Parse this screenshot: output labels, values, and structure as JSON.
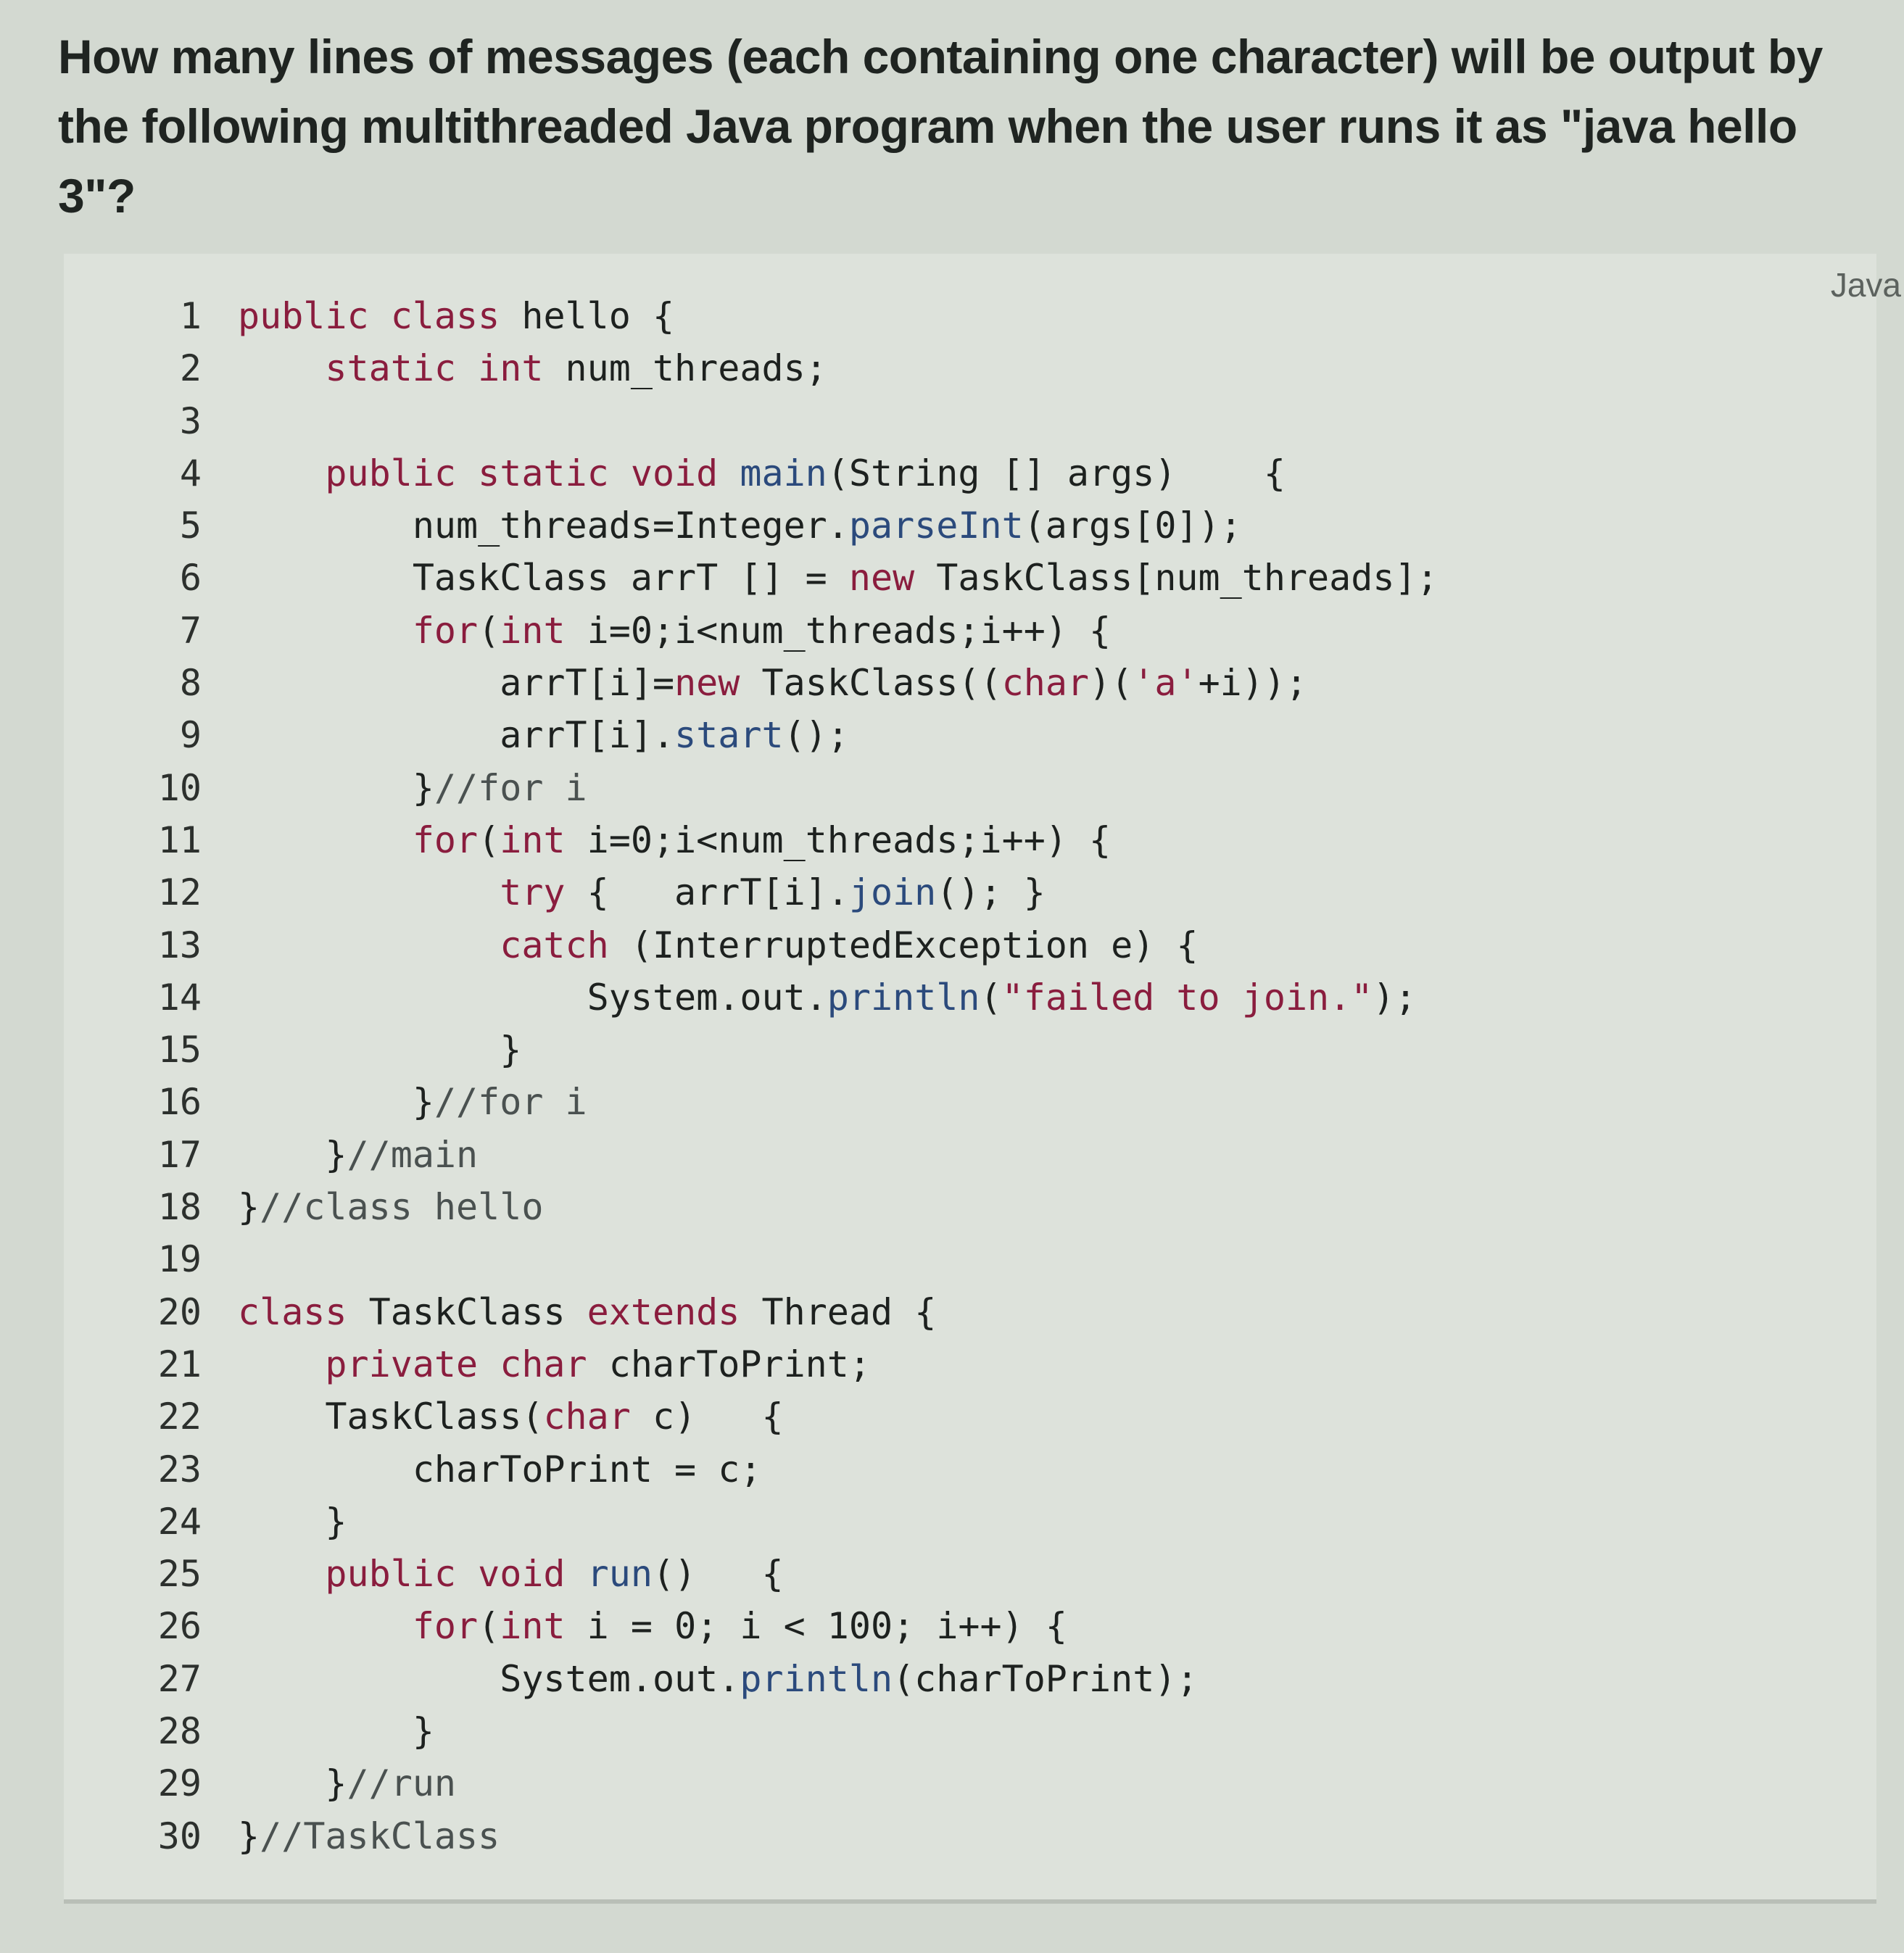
{
  "question": "How many lines of messages (each containing one character) will be output by the following multithreaded Java program when the user runs it as \"java hello 3\"?",
  "code_block": {
    "language": "Java",
    "lines": [
      [
        [
          "public class ",
          "kw"
        ],
        [
          "hello {",
          "txt"
        ]
      ],
      [
        [
          "    static int ",
          "kw"
        ],
        [
          "num_threads;",
          "txt"
        ]
      ],
      [],
      [
        [
          "    public static void ",
          "kw"
        ],
        [
          "main",
          "fn"
        ],
        [
          "(String [] args)    {",
          "txt"
        ]
      ],
      [
        [
          "        num_threads=Integer.",
          "txt"
        ],
        [
          "parseInt",
          "fn"
        ],
        [
          "(args[0]);",
          "txt"
        ]
      ],
      [
        [
          "        TaskClass arrT [] = ",
          "txt"
        ],
        [
          "new ",
          "kw"
        ],
        [
          "TaskClass[num_threads];",
          "txt"
        ]
      ],
      [
        [
          "        for",
          "kw"
        ],
        [
          "(",
          "txt"
        ],
        [
          "int ",
          "kw"
        ],
        [
          "i=0;i<num_threads;i++) {",
          "txt"
        ]
      ],
      [
        [
          "            arrT[i]=",
          "txt"
        ],
        [
          "new ",
          "kw"
        ],
        [
          "TaskClass((",
          "txt"
        ],
        [
          "char",
          "kw"
        ],
        [
          ")(",
          "txt"
        ],
        [
          "'a'",
          "str"
        ],
        [
          "+i));",
          "txt"
        ]
      ],
      [
        [
          "            arrT[i].",
          "txt"
        ],
        [
          "start",
          "fn"
        ],
        [
          "();",
          "txt"
        ]
      ],
      [
        [
          "        }",
          "txt"
        ],
        [
          "//for i",
          "cm"
        ]
      ],
      [
        [
          "        for",
          "kw"
        ],
        [
          "(",
          "txt"
        ],
        [
          "int ",
          "kw"
        ],
        [
          "i=0;i<num_threads;i++) {",
          "txt"
        ]
      ],
      [
        [
          "            try ",
          "kw"
        ],
        [
          "{   arrT[i].",
          "txt"
        ],
        [
          "join",
          "fn"
        ],
        [
          "(); }",
          "txt"
        ]
      ],
      [
        [
          "            catch ",
          "kw"
        ],
        [
          "(InterruptedException e) {",
          "txt"
        ]
      ],
      [
        [
          "                System.out.",
          "txt"
        ],
        [
          "println",
          "fn"
        ],
        [
          "(",
          "txt"
        ],
        [
          "\"failed to join.\"",
          "str"
        ],
        [
          ");",
          "txt"
        ]
      ],
      [
        [
          "            }",
          "txt"
        ]
      ],
      [
        [
          "        }",
          "txt"
        ],
        [
          "//for i",
          "cm"
        ]
      ],
      [
        [
          "    }",
          "txt"
        ],
        [
          "//main",
          "cm"
        ]
      ],
      [
        [
          "}",
          "txt"
        ],
        [
          "//class hello",
          "cm"
        ]
      ],
      [],
      [
        [
          "class ",
          "kw"
        ],
        [
          "TaskClass ",
          "txt"
        ],
        [
          "extends ",
          "kw"
        ],
        [
          "Thread {",
          "txt"
        ]
      ],
      [
        [
          "    private char ",
          "kw"
        ],
        [
          "charToPrint;",
          "txt"
        ]
      ],
      [
        [
          "    TaskClass(",
          "txt"
        ],
        [
          "char ",
          "kw"
        ],
        [
          "c)   {",
          "txt"
        ]
      ],
      [
        [
          "        charToPrint = c;",
          "txt"
        ]
      ],
      [
        [
          "    }",
          "txt"
        ]
      ],
      [
        [
          "    public void ",
          "kw"
        ],
        [
          "run",
          "fn"
        ],
        [
          "()   {",
          "txt"
        ]
      ],
      [
        [
          "        for",
          "kw"
        ],
        [
          "(",
          "txt"
        ],
        [
          "int ",
          "kw"
        ],
        [
          "i = 0; i < 100; i++) {",
          "txt"
        ]
      ],
      [
        [
          "            System.out.",
          "txt"
        ],
        [
          "println",
          "fn"
        ],
        [
          "(charToPrint);",
          "txt"
        ]
      ],
      [
        [
          "        }",
          "txt"
        ]
      ],
      [
        [
          "    }",
          "txt"
        ],
        [
          "//run",
          "cm"
        ]
      ],
      [
        [
          "}",
          "txt"
        ],
        [
          "//TaskClass",
          "cm"
        ]
      ]
    ]
  }
}
